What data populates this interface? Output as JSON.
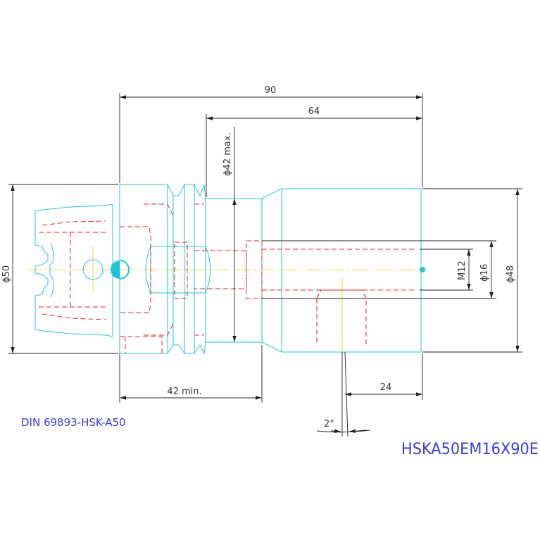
{
  "drawing": {
    "standard_label": "DIN 69893-HSK-A50",
    "part_code": "HSKA50EM16X90E",
    "dimensions": {
      "total_length": "90",
      "body_length": "64",
      "neck_diameter": "ϕ42 max.",
      "flange_diameter": "ϕ50",
      "thread": "M12",
      "bore_diameter": "ϕ16",
      "body_diameter": "ϕ48",
      "min_length": "42 min.",
      "screw_position": "24",
      "angle": "2°"
    },
    "colors": {
      "outline": "#22c4d8",
      "hidden_lines": "#e8202a",
      "dimension_lines": "#222222",
      "centerline": "#e8d020",
      "label": "#3a3ae0"
    }
  }
}
